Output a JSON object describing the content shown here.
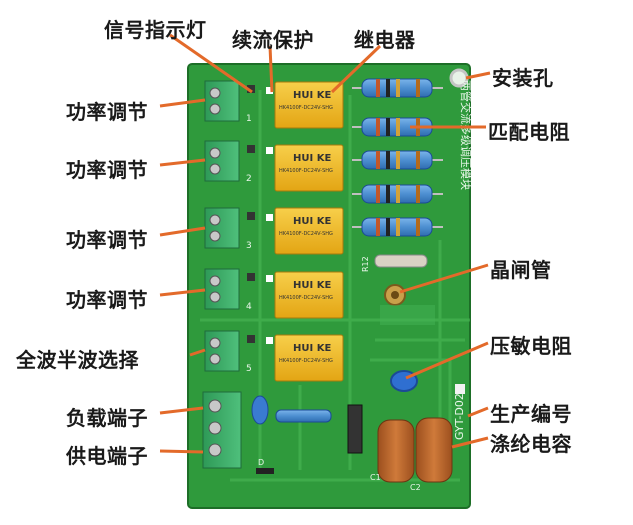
{
  "labels": {
    "signal_led": "信号指示灯",
    "freewheel": "续流保护",
    "relay": "继电器",
    "mount_hole": "安装孔",
    "power_adjust_1": "功率调节",
    "power_adjust_2": "功率调节",
    "power_adjust_3": "功率调节",
    "power_adjust_4": "功率调节",
    "matching_resistor": "匹配电阻",
    "thyristor": "晶闸管",
    "wave_select": "全波半波选择",
    "varistor": "压敏电阻",
    "load_terminal": "负载端子",
    "production_no": "生产编号",
    "supply_terminal": "供电端子",
    "polyester_cap": "涤纶电容"
  },
  "board": {
    "silkscreen_title": "两管交流多级调压模块",
    "serial": "GYT-D029",
    "relay_brand": "HUI KE",
    "relay_model": "HK4100F-DC24V-SHG",
    "resistor_ref": "R12",
    "connector_pins": [
      "1",
      "2",
      "3",
      "4",
      "5"
    ],
    "component_refs": [
      "D",
      "C1",
      "C2"
    ]
  },
  "colors": {
    "pcb": "#2f9a3c",
    "pcb_dark": "#217a2c",
    "terminal": "#3fae6a",
    "relay": "#f1b825",
    "resistor": "#4d8fd1",
    "capacitor": "#b8662d",
    "label_arrow": "#e36a2a"
  }
}
